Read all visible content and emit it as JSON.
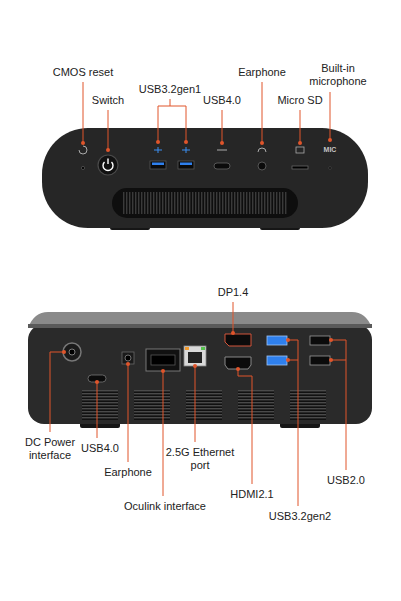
{
  "diagram": {
    "labels": [
      "CMOS reset",
      "Switch",
      "USB3.2gen1",
      "USB4.0",
      "Earphone",
      "Micro SD",
      "Built-in microphone",
      "MIC",
      "DP1.4",
      "DC Power interface",
      "USB4.0",
      "2.5G Ethernet port",
      "Earphone",
      "HDMI2.1",
      "Oculink interface",
      "USB3.2gen2",
      "USB2.0"
    ]
  }
}
